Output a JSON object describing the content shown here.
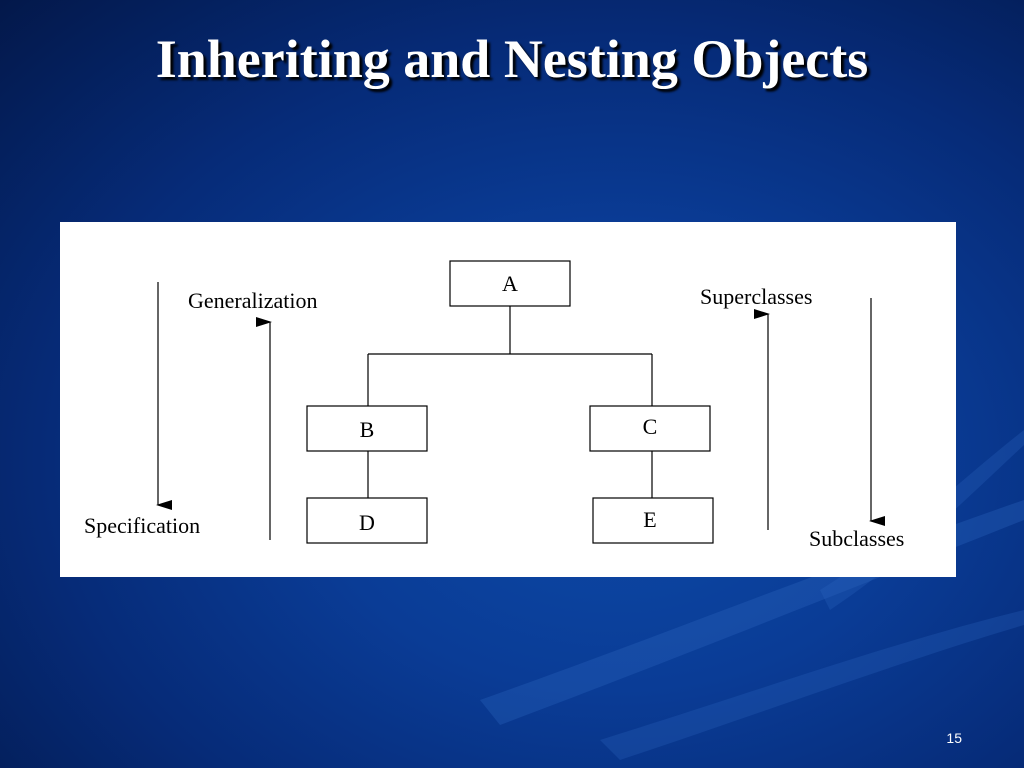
{
  "slide": {
    "title": "Inheriting and Nesting Objects",
    "page_number": "15"
  },
  "diagram": {
    "nodes": {
      "a": "A",
      "b": "B",
      "c": "C",
      "d": "D",
      "e": "E"
    },
    "labels": {
      "generalization": "Generalization",
      "specification": "Specification",
      "superclasses": "Superclasses",
      "subclasses": "Subclasses"
    }
  },
  "colors": {
    "background": "#0a3c96",
    "title": "#ffffff",
    "panel": "#ffffff",
    "ink": "#000000"
  }
}
